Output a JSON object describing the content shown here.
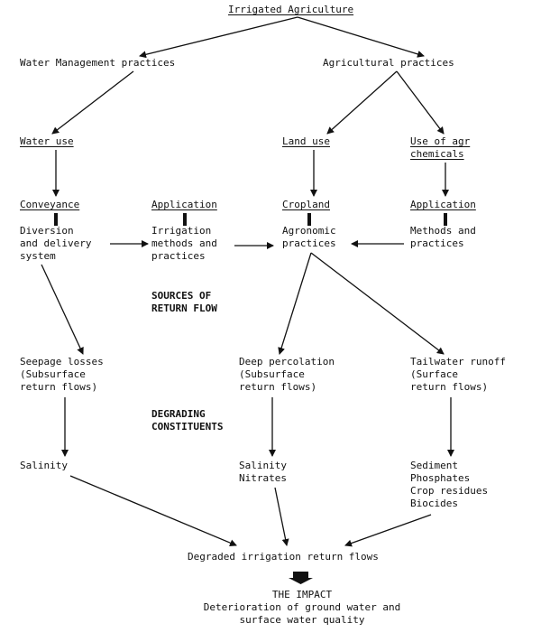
{
  "title": "Irrigated Agriculture",
  "water_mgmt": "Water Management practices",
  "agri_practices": "Agricultural practices",
  "water_use": "Water use",
  "land_use": "Land use",
  "agr_chem": [
    "Use of agr",
    "chemicals"
  ],
  "conveyance": "Conveyance",
  "application1": "Application",
  "cropland": "Cropland",
  "application2": "Application",
  "diversion": [
    "Diversion",
    "and delivery",
    "system"
  ],
  "irrigation": [
    "Irrigation",
    "methods and",
    "practices"
  ],
  "agronomic": [
    "Agronomic",
    "practices"
  ],
  "methods": [
    "Methods and",
    "practices"
  ],
  "sources": [
    "SOURCES OF",
    "RETURN FLOW"
  ],
  "seepage": [
    "Seepage losses",
    "(Subsurface",
    "return flows)"
  ],
  "deep": [
    "Deep percolation",
    "(Subsurface",
    "return flows)"
  ],
  "tailwater": [
    "Tailwater runoff",
    "(Surface",
    "return flows)"
  ],
  "degrading": [
    "DEGRADING",
    "CONSTITUENTS"
  ],
  "salinity": "Salinity",
  "salinity_nitrates": [
    "Salinity",
    "Nitrates"
  ],
  "sediment": [
    "Sediment",
    "Phosphates",
    "Crop residues",
    "Biocides"
  ],
  "degraded": "Degraded irrigation return flows",
  "impact_title": "THE IMPACT",
  "impact": [
    "Deterioration of ground water and",
    "surface water quality"
  ]
}
